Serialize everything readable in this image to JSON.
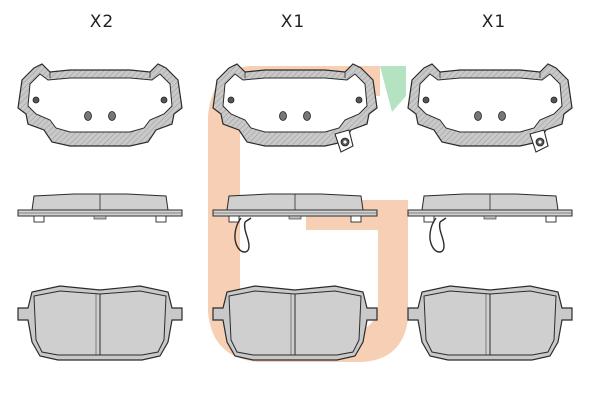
{
  "columns": [
    {
      "id": "left",
      "quantity_label": "X2",
      "backplate": "plain",
      "wear_clip": false
    },
    {
      "id": "center",
      "quantity_label": "X1",
      "backplate": "with-sensor-tab",
      "wear_clip": true
    },
    {
      "id": "right",
      "quantity_label": "X1",
      "backplate": "with-sensor-tab",
      "wear_clip": true
    }
  ],
  "views": [
    "backplate-view",
    "side-profile-view",
    "friction-face-view"
  ],
  "colors": {
    "outline": "#2b2b2b",
    "backing_fill": "#c6c6c6",
    "friction_fill": "#cdcdcd",
    "light_fill": "#ffffff",
    "watermark_orange": "#f2b48a",
    "watermark_green": "#a9dfb7"
  },
  "watermark": {
    "type": "logo",
    "letter": "G"
  }
}
